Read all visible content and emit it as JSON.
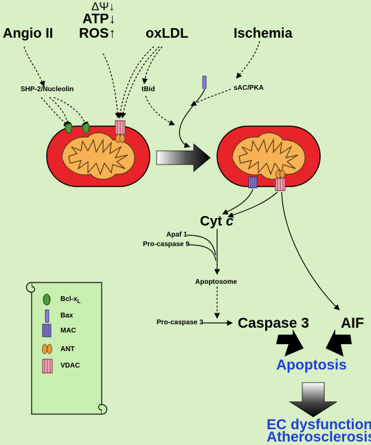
{
  "stimuli": {
    "angio": "Angio II",
    "delta_psi": "ΔΨ↓",
    "atp": "ATP↓",
    "ros": "ROS↑",
    "oxldl": "oxLDL",
    "ischemia": "Ischemia"
  },
  "mediators": {
    "shp2": "SHP-2/Nucleolin",
    "tbid": "tBid",
    "sac_pka": "sAC/PKA"
  },
  "pathway": {
    "cytc": "Cyt",
    "cytc_italic": "c",
    "apaf1": "Apaf 1",
    "procasp9": "Pro-caspase 9",
    "apoptosome": "Apoptosome",
    "procasp3": "Pro-caspase 3",
    "caspase3": "Caspase 3",
    "aif": "AIF",
    "apoptosis": "Apoptosis",
    "outcome_line1": "EC dysfunction,",
    "outcome_line2": "Atherosclerosis"
  },
  "legend": {
    "bclxl": "Bcl-x",
    "bclxl_sub": "L",
    "bax": "Bax",
    "mac": "MAC",
    "ant": "ANT",
    "vdac": "VDAC"
  },
  "colors": {
    "background": "#d9f0c6",
    "mito_outer": "#e8242b",
    "mito_inner": "#f6b255",
    "outcome_blue": "#1e3fd8",
    "scroll": "#c9efb0"
  }
}
